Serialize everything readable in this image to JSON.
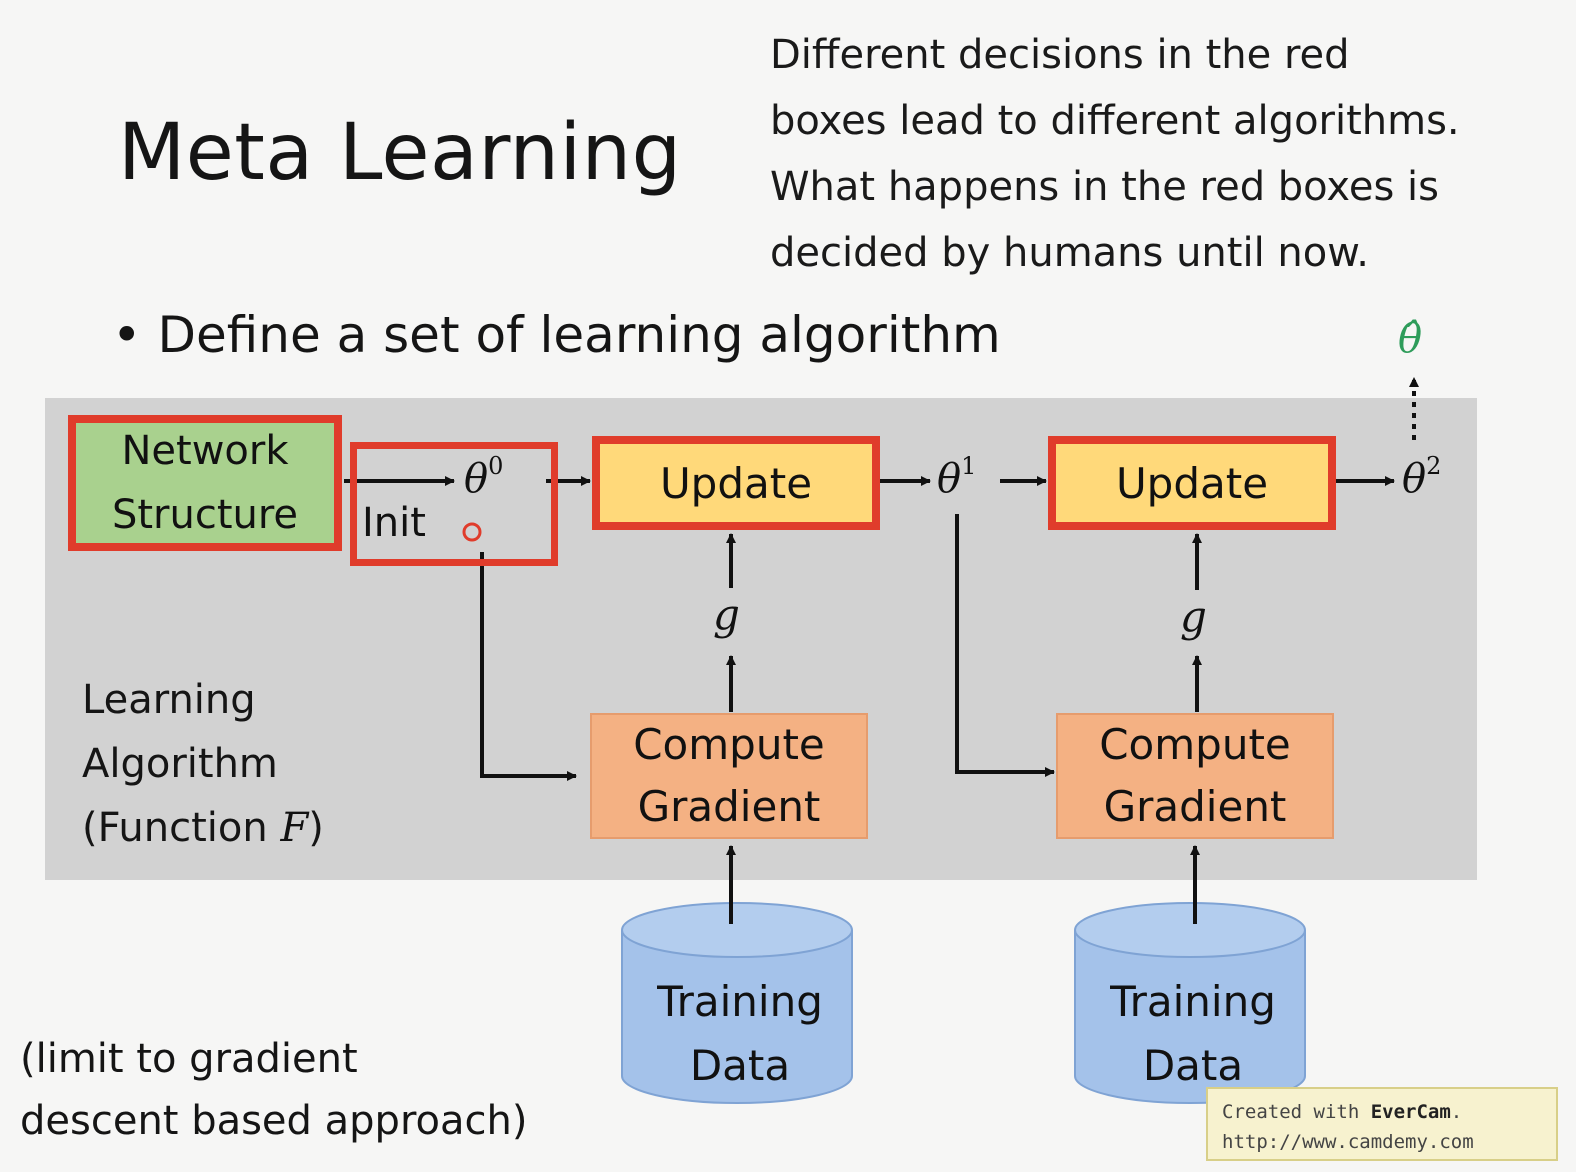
{
  "title": "Meta Learning",
  "note_lines": [
    "Different decisions in the red",
    "boxes lead to different algorithms.",
    "What happens in the red boxes is",
    "decided by humans until now."
  ],
  "bullet": "Define a set of learning algorithm",
  "network_structure": [
    "Network",
    "Structure"
  ],
  "init_label": "Init",
  "theta": {
    "base": "θ",
    "hat": "θ̂",
    "sup0": "0",
    "sup1": "1",
    "sup2": "2"
  },
  "update_label": "Update",
  "gradient_symbol": "g",
  "compute_gradient": [
    "Compute",
    "Gradient"
  ],
  "training_data": [
    "Training",
    "Data"
  ],
  "learning_algorithm": [
    "Learning",
    "Algorithm",
    "(Function "
  ],
  "function_symbol": "F",
  "function_close": ")",
  "limit_note": [
    "(limit to gradient",
    "descent based approach)"
  ],
  "watermark": {
    "prefix": "Created with ",
    "brand": "EverCam",
    "suffix": ".",
    "url": "http://www.camdemy.com"
  },
  "colors": {
    "panel": "#d2d2d2",
    "red_box": "#e03c2b",
    "network_fill": "#a9d18e",
    "update_fill": "#ffd97a",
    "compute_fill": "#f4b183",
    "data_fill": "#a4c2ea",
    "theta_hat": "#2e9c5a"
  }
}
